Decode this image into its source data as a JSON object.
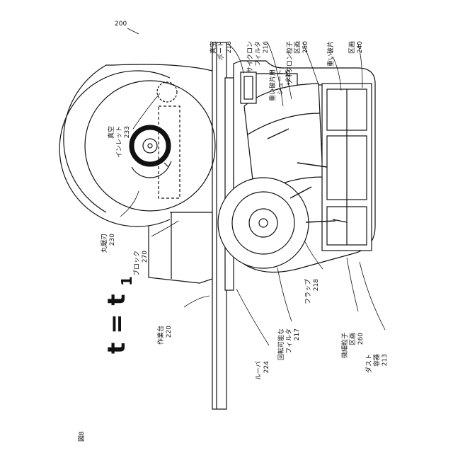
{
  "figure_label": "図8",
  "ref_main": "200",
  "time_label": "t = t",
  "time_subscript": "1",
  "parts": [
    {
      "id": "vacuum-port",
      "lines": [
        "真空",
        "ポート"
      ],
      "num": "218"
    },
    {
      "id": "cyclone-filter",
      "lines": [
        "サイクロン",
        "フィルタ"
      ],
      "num": "216"
    },
    {
      "id": "cyclone-particle-zone",
      "lines": [
        "サイクロン粒子",
        "区画"
      ],
      "num": "250"
    },
    {
      "id": "heavy-fragment",
      "lines": [
        "重い破片"
      ],
      "num": ""
    },
    {
      "id": "zone-240",
      "lines": [
        "区画"
      ],
      "num": "240"
    },
    {
      "id": "heavy-fragment-chute",
      "lines": [
        "重い破片用",
        "シュート"
      ],
      "num": "215"
    },
    {
      "id": "vacuum-inlet",
      "lines": [
        "真空",
        "インレット"
      ],
      "num": "233"
    },
    {
      "id": "circular-blade",
      "lines": [
        "丸鋸刃"
      ],
      "num": "230"
    },
    {
      "id": "block",
      "lines": [
        "ブロック"
      ],
      "num": "270"
    },
    {
      "id": "work-table",
      "lines": [
        "作業台"
      ],
      "num": "220"
    },
    {
      "id": "louver",
      "lines": [
        "ルーバ"
      ],
      "num": "224"
    },
    {
      "id": "rotary-filter",
      "lines": [
        "回転可能な",
        "フィルタ"
      ],
      "num": "217"
    },
    {
      "id": "flap",
      "lines": [
        "フラップ"
      ],
      "num": "218"
    },
    {
      "id": "fine-particle-zone",
      "lines": [
        "微細粒子",
        "区画"
      ],
      "num": "260"
    },
    {
      "id": "dust-container",
      "lines": [
        "ダスト",
        "容器"
      ],
      "num": "213"
    }
  ]
}
